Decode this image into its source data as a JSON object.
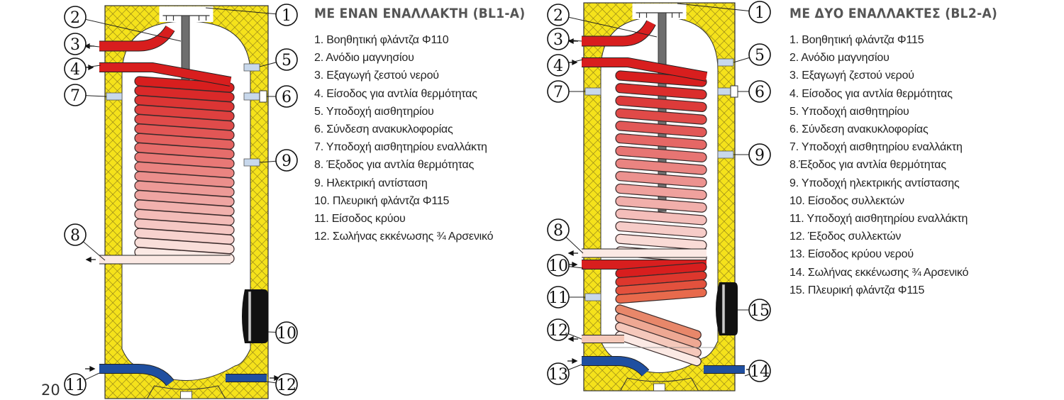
{
  "page_number": "20",
  "colors": {
    "insulation": "#f5e21b",
    "insulation_hatch": "#8a7a1a",
    "hot_pipe": "#d81e1e",
    "cold_pipe": "#1f4fa0",
    "anode": "#6e6e6e",
    "sensor": "#c8d8ec",
    "flange": "#111111",
    "coil_top": "#d81e1e",
    "coil_bottom": "#fbe9e4"
  },
  "single_exchanger": {
    "title": "ΜΕ ΕΝΑΝ ΕΝΑΛΛΑΚΤΗ (BL1-A)",
    "callouts": [
      "1",
      "2",
      "3",
      "4",
      "5",
      "6",
      "7",
      "8",
      "9",
      "10",
      "11",
      "12"
    ],
    "items": [
      "1. Βοηθητική φλάντζα Φ110",
      "2. Ανόδιο μαγνησίου",
      "3. Εξαγωγή ζεστού νερού",
      "4. Είσοδος για αντλία θερμότητας",
      "5. Υποδοχή αισθητηρίου",
      "6. Σύνδεση ανακυκλοφορίας",
      "7. Υποδοχή αισθητηρίου εναλλάκτη",
      "8. Έξοδος για αντλία θερμότητας",
      "9. Ηλεκτρική αντίσταση",
      "10. Πλευρική φλάντζα Φ115",
      "11. Είσοδος κρύου",
      "12. Σωλήνας εκκένωσης ¾ Αρσενικό"
    ]
  },
  "double_exchanger": {
    "title": "ΜΕ ΔΥΟ ΕΝΑΛΛΑΚΤΕΣ (BL2-A)",
    "callouts": [
      "1",
      "2",
      "3",
      "4",
      "5",
      "6",
      "7",
      "8",
      "9",
      "10",
      "11",
      "12",
      "13",
      "14",
      "15"
    ],
    "items": [
      "1. Βοηθητική φλάντζα Φ115",
      "2. Ανόδιο μαγνησίου",
      "3. Εξαγωγή ζεστού νερού",
      "4. Είσοδος για αντλία θερμότητας",
      "5. Υποδοχή αισθητηρίου",
      "6. Σύνδεση ανακυκλοφορίας",
      "7. Υποδοχή αισθητηρίου εναλλάκτη",
      "8.Έξοδος για αντλία θερμότητας",
      "9. Υποδοχή ηλεκτρικής αντίστασης",
      "10. Είσοδος συλλεκτών",
      "11. Υποδοχή αισθητηρίου εναλλάκτη",
      "12. Έξοδος συλλεκτών",
      "13. Είσοδος κρύου νερού",
      "14. Σωλήνας εκκένωσης ¾ Αρσενικό",
      "15. Πλευρική φλάντζα Φ115"
    ]
  }
}
